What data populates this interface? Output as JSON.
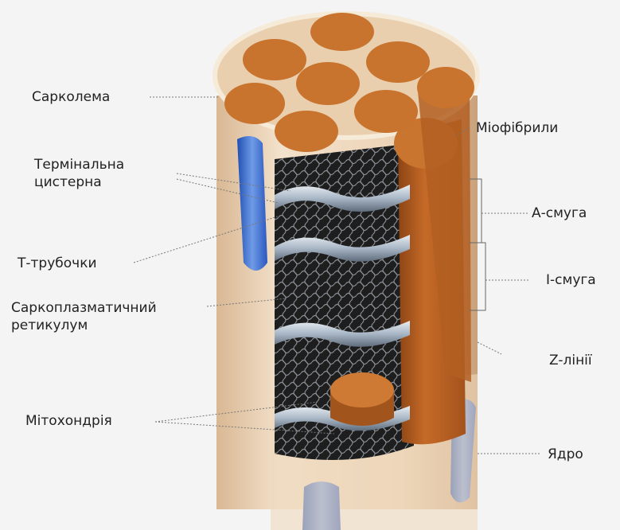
{
  "labels": {
    "sarcolemma": "Сарколема",
    "myofibrils": "Міофібрили",
    "terminal_cistern": "Термінальна\nцистерна",
    "t_tubules": "Т-трубочки",
    "a_band": "А-смуга",
    "i_band": "І-смуга",
    "sarcoplasmic_reticulum": "Саркоплазматичний\nретикулум",
    "z_lines": "Z-лінії",
    "mitochondria": "Мітохондрія",
    "nucleus": "Ядро"
  },
  "colors": {
    "background": "#f4f4f4",
    "sarcolemma": "#efd9bf",
    "myofibril_orange": "#c8732e",
    "myofibril_dark": "#9a4e1a",
    "reticulum": "#2a2a2a",
    "tubule": "#b9c6d4",
    "nucleus_blue": "#3a6fd0"
  }
}
